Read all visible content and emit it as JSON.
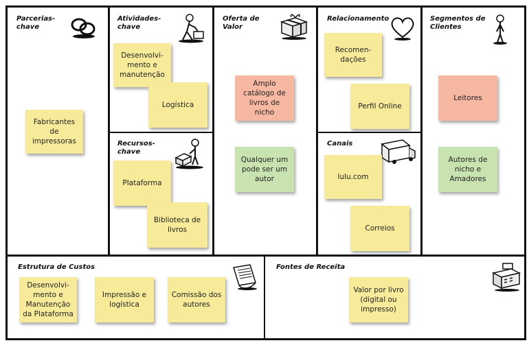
{
  "colors": {
    "note_yellow": "#f7eb9a",
    "note_red": "#f6b8a0",
    "note_green": "#c9e3b0",
    "line": "#111111"
  },
  "blocks": {
    "key_partners": {
      "title": "Parcerias-\nchave",
      "icon": "chain-links-icon"
    },
    "key_activities": {
      "title": "Atividades-\nchave",
      "icon": "person-working-icon"
    },
    "value_proposition": {
      "title": "Oferta de\nValor",
      "icon": "gift-box-icon"
    },
    "customer_relationships": {
      "title": "Relacionamento",
      "icon": "heart-icon"
    },
    "customer_segments": {
      "title": "Segmentos de\nClientes",
      "icon": "standing-person-icon"
    },
    "key_resources": {
      "title": "Recursos-\nchave",
      "icon": "person-with-machine-icon"
    },
    "channels": {
      "title": "Canais",
      "icon": "delivery-truck-icon"
    },
    "cost_structure": {
      "title": "Estrutura de Custos",
      "icon": "receipt-icon"
    },
    "revenue_streams": {
      "title": "Fontes de Receita",
      "icon": "cash-register-icon"
    }
  },
  "notes": {
    "fabricantes": "Fabricantes\nde\nimpressoras",
    "desenvolvimento": "Desenvolvi-\nmento e\nmanutenção",
    "logistica": "Logística",
    "plataforma": "Plataforma",
    "biblioteca": "Biblioteca de\nlivros",
    "amplo_catalogo": "Amplo\ncatálogo de\nlivros de\nnicho",
    "qualquer_um": "Qualquer um\npode ser um\nautor",
    "recomendacoes": "Recomen-\ndações",
    "perfil_online": "Perfil Online",
    "lulu": "lulu.com",
    "correios": "Correios",
    "leitores": "Leitores",
    "autores_nicho": "Autores de\nnicho e\nAmadores",
    "custo_desenvolvimento": "Desenvolvi-\nmento e\nManutenção\nda Plataforma",
    "custo_impressao": "Impressão e\nlogística",
    "custo_comissao": "Comissão dos\nautores",
    "valor_por_livro": "Valor por livro\n(digital ou\nimpresso)"
  }
}
